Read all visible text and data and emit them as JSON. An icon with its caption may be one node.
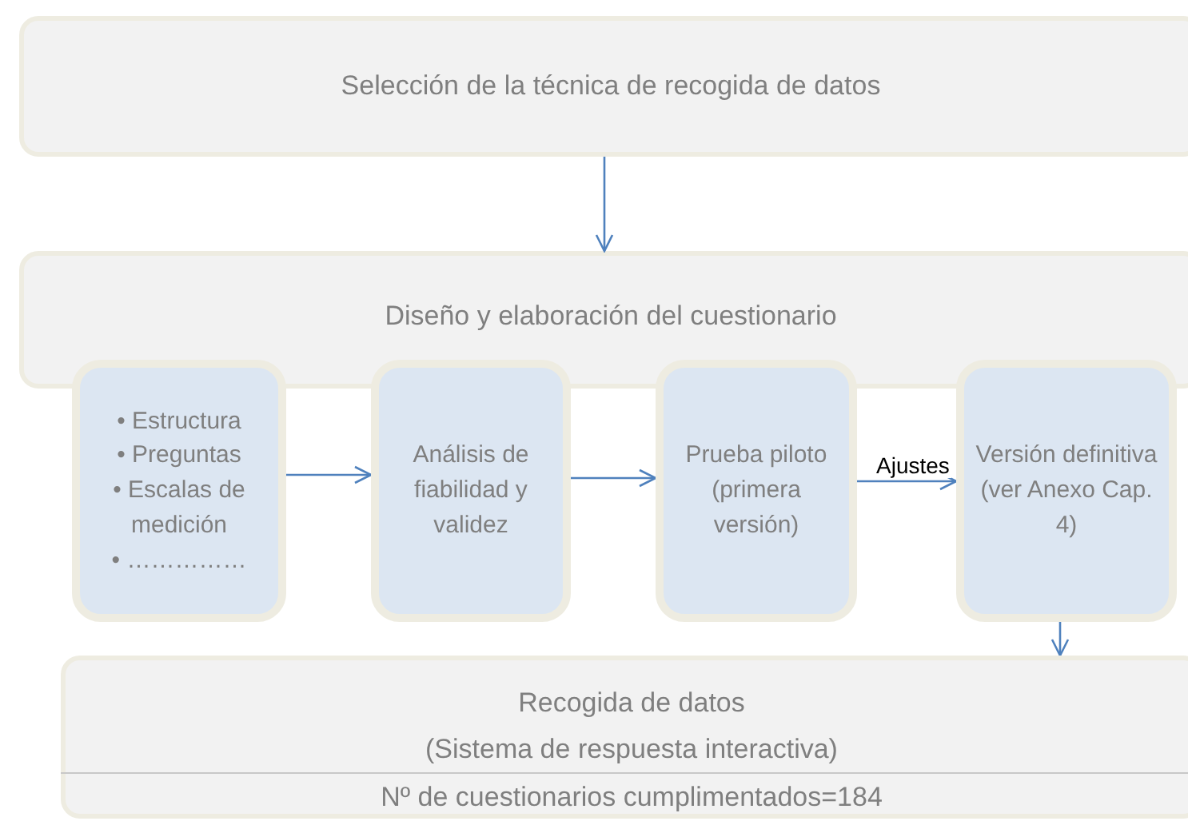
{
  "diagram": {
    "nodes": [
      {
        "text": [
          "Selección de la técnica de recogida de datos"
        ]
      },
      {
        "text": [
          "Diseño y elaboración del cuestionario"
        ]
      },
      {
        "text": [
          "• Estructura",
          "• Preguntas",
          "• Escalas de medición",
          "• ……………"
        ]
      },
      {
        "text": [
          "Análisis de fiabilidad y validez"
        ]
      },
      {
        "text": [
          "Prueba piloto (primera versión)"
        ]
      },
      {
        "text": [
          "Versión definitiva (ver Anexo Cap. 4)"
        ]
      },
      {
        "text": [
          "Recogida de datos",
          "(Sistema de respuesta interactiva)",
          "Nº de cuestionarios cumplimentados=184"
        ]
      }
    ],
    "edges": [
      {
        "from": 0,
        "to": 1,
        "arrow": "to"
      },
      {
        "from": 2,
        "to": 3,
        "arrow": "to"
      },
      {
        "from": 3,
        "to": 4,
        "arrow": "to"
      },
      {
        "from": 4,
        "to": 5,
        "arrow": "to",
        "label": "Ajustes"
      },
      {
        "from": 5,
        "to": 6,
        "arrow": "to"
      }
    ]
  }
}
